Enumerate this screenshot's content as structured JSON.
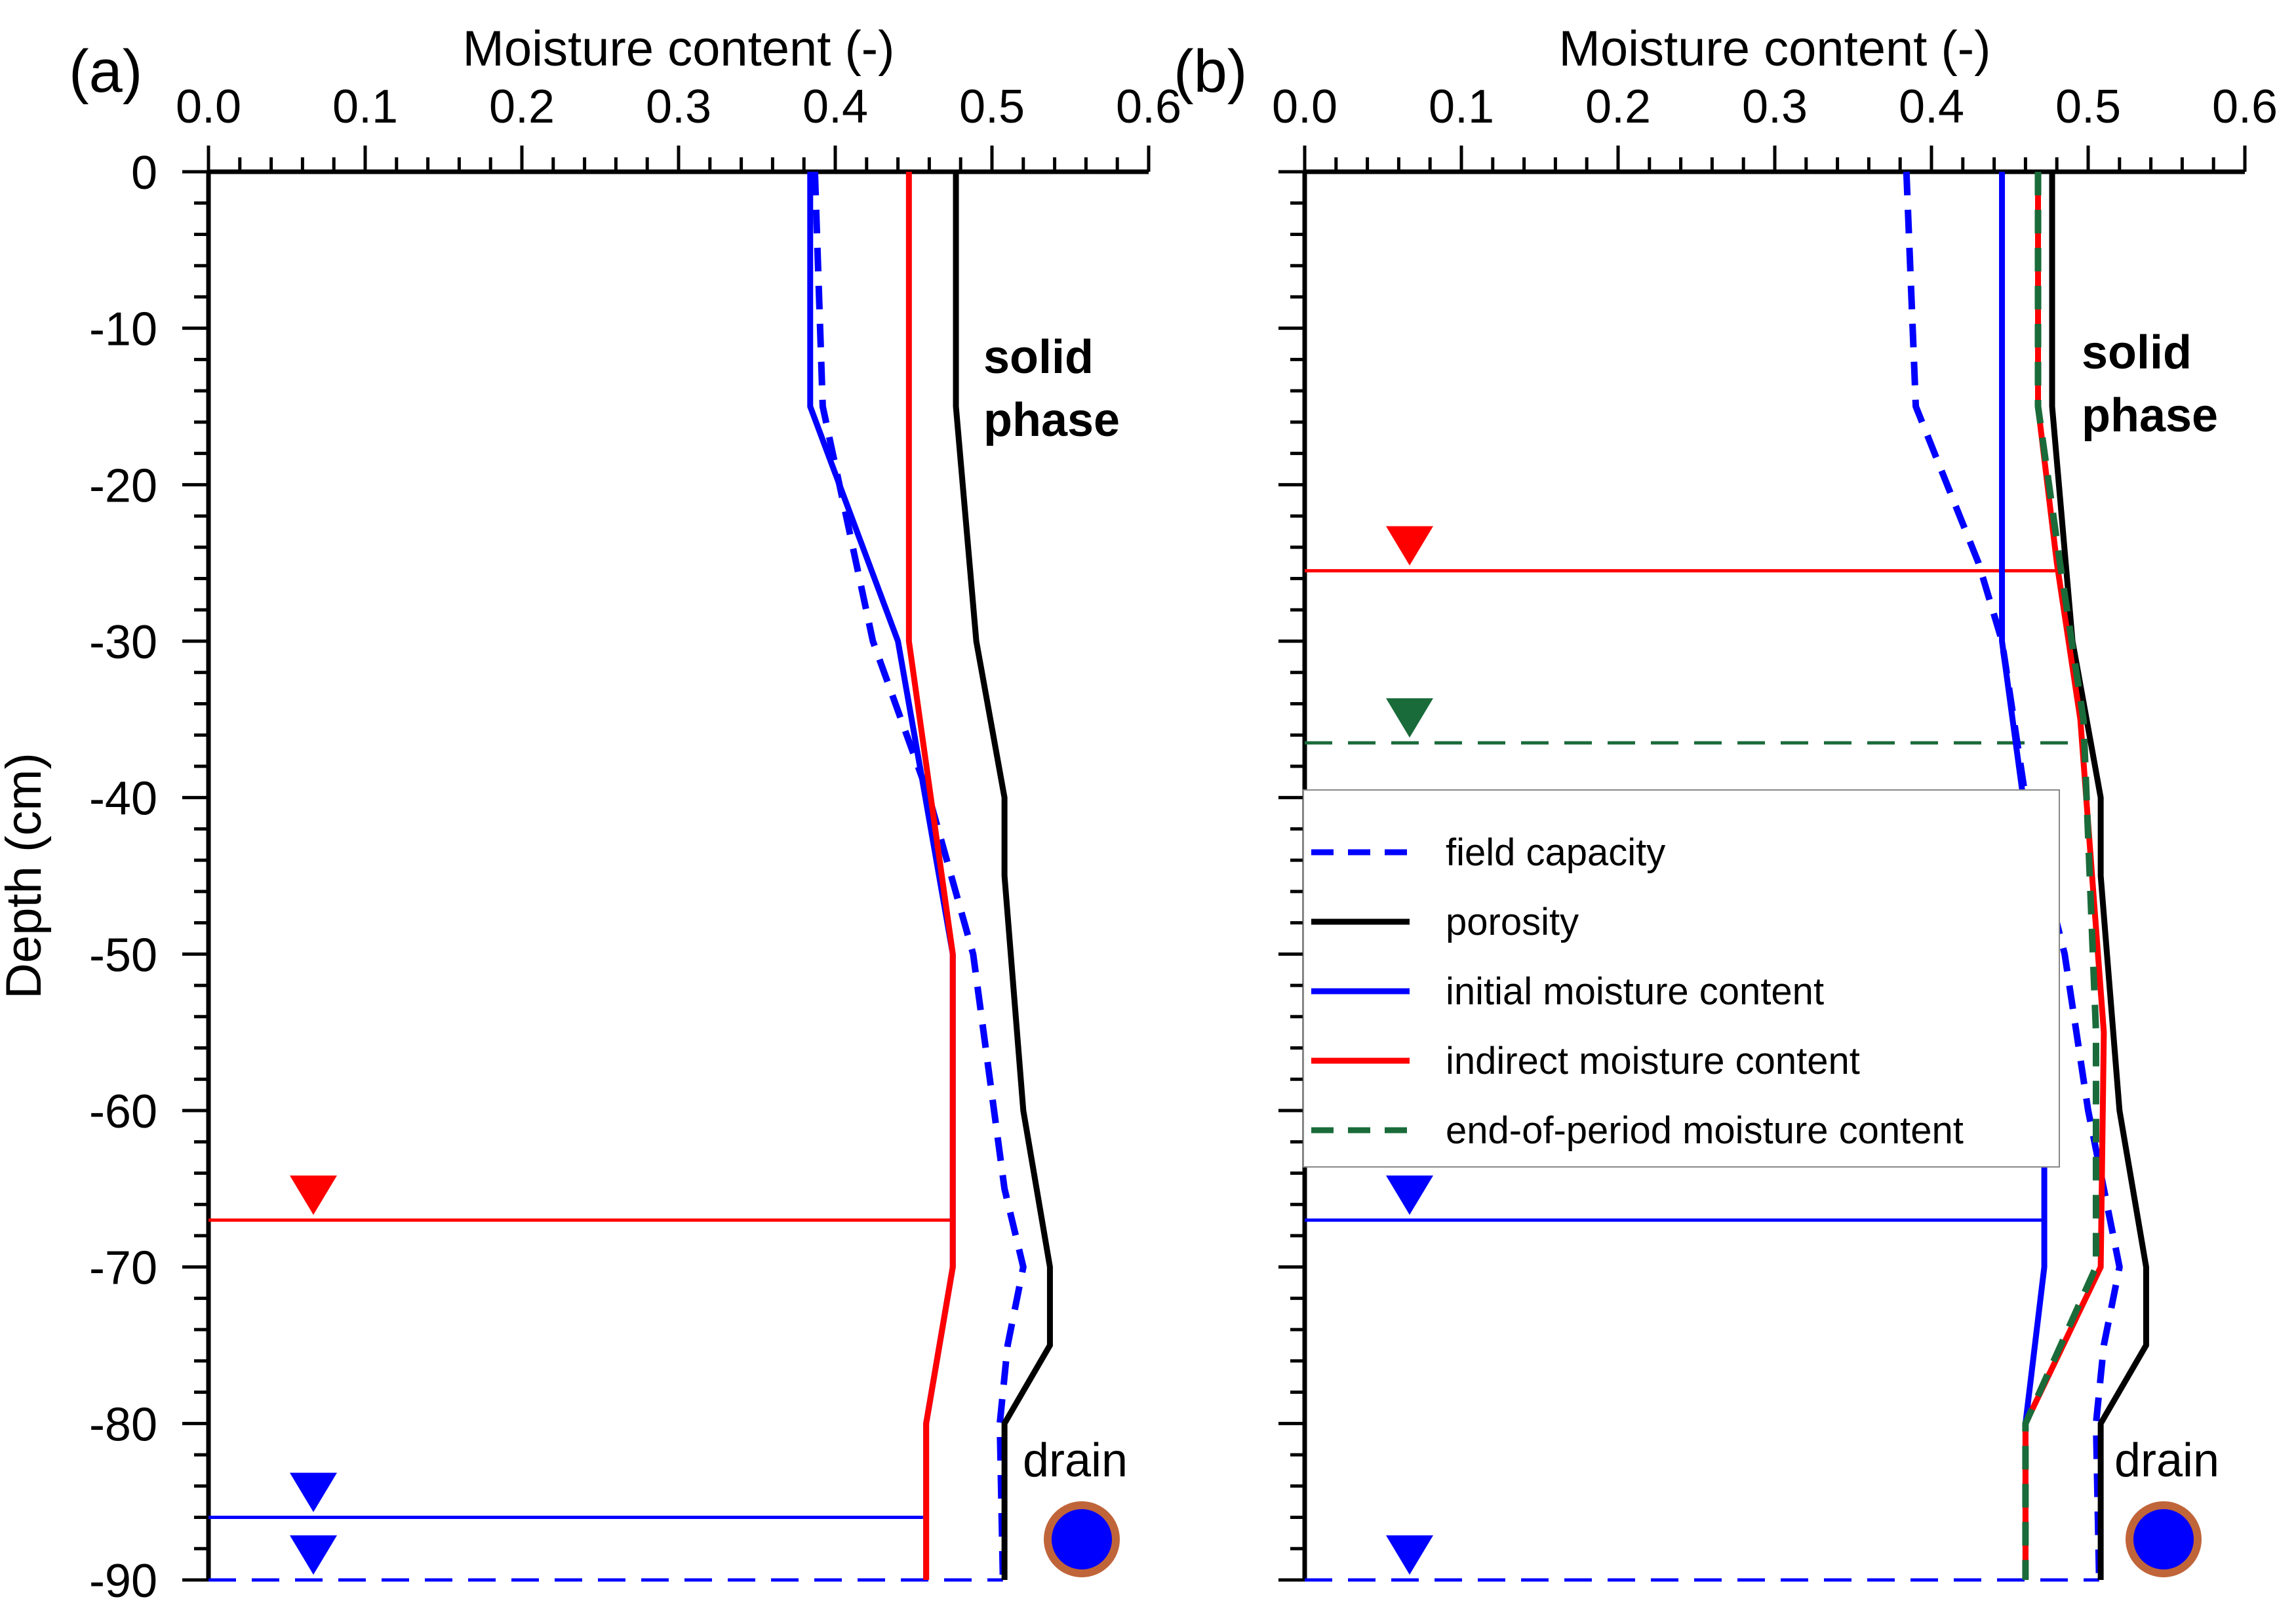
{
  "chart_data": [
    {
      "type": "line",
      "panel_label": "(a)",
      "xlabel": "Moisture content (-)",
      "ylabel": "Depth (cm)",
      "xlim": [
        0,
        0.6
      ],
      "ylim": [
        -90,
        0
      ],
      "x_ticks": [
        "0.0",
        "0.1",
        "0.2",
        "0.3",
        "0.4",
        "0.5",
        "0.6"
      ],
      "y_ticks": [
        "0",
        "-10",
        "-20",
        "-30",
        "-40",
        "-50",
        "-60",
        "-70",
        "-80",
        "-90"
      ],
      "series": [
        {
          "key": "field_capacity",
          "color": "#0000ff",
          "dash": true,
          "points": [
            [
              0.387,
              0
            ],
            [
              0.392,
              -15
            ],
            [
              0.424,
              -30
            ],
            [
              0.46,
              -40
            ],
            [
              0.488,
              -50
            ],
            [
              0.508,
              -65
            ],
            [
              0.52,
              -70
            ],
            [
              0.51,
              -75
            ],
            [
              0.505,
              -80
            ],
            [
              0.507,
              -90
            ]
          ]
        },
        {
          "key": "porosity",
          "color": "#000000",
          "dash": false,
          "points": [
            [
              0.477,
              0
            ],
            [
              0.477,
              -15
            ],
            [
              0.49,
              -30
            ],
            [
              0.508,
              -40
            ],
            [
              0.508,
              -45
            ],
            [
              0.52,
              -60
            ],
            [
              0.537,
              -70
            ],
            [
              0.537,
              -75
            ],
            [
              0.508,
              -80
            ],
            [
              0.508,
              -90
            ]
          ]
        },
        {
          "key": "initial_moisture",
          "color": "#0000ff",
          "dash": false,
          "points": [
            [
              0.384,
              0
            ],
            [
              0.384,
              -15
            ],
            [
              0.44,
              -30
            ],
            [
              0.475,
              -50
            ],
            [
              0.475,
              -70
            ],
            [
              0.458,
              -80
            ],
            [
              0.458,
              -90
            ]
          ]
        },
        {
          "key": "indirect_moisture",
          "color": "#ff0000",
          "dash": false,
          "points": [
            [
              0.447,
              0
            ],
            [
              0.447,
              -15
            ],
            [
              0.447,
              -30
            ],
            [
              0.475,
              -50
            ],
            [
              0.475,
              -70
            ],
            [
              0.458,
              -80
            ],
            [
              0.458,
              -90
            ]
          ]
        }
      ],
      "water_levels": [
        {
          "depth": -67,
          "color": "#ff0000",
          "dash": false,
          "x_end": 0.475
        },
        {
          "depth": -86,
          "color": "#0000ff",
          "dash": false,
          "x_end": 0.456
        },
        {
          "depth": -90,
          "color": "#0000ff",
          "dash": true,
          "x_end": 0.507
        }
      ],
      "annotations": {
        "solid_line1": "solid",
        "solid_line2": "phase",
        "drain": "drain"
      }
    },
    {
      "type": "line",
      "panel_label": "(b)",
      "xlabel": "Moisture content (-)",
      "ylabel": "",
      "xlim": [
        0,
        0.6
      ],
      "ylim": [
        -90,
        0
      ],
      "x_ticks": [
        "0.0",
        "0.1",
        "0.2",
        "0.3",
        "0.4",
        "0.5",
        "0.6"
      ],
      "y_ticks": [],
      "series": [
        {
          "key": "field_capacity",
          "color": "#0000ff",
          "dash": true,
          "points": [
            [
              0.384,
              0
            ],
            [
              0.39,
              -15
            ],
            [
              0.43,
              -25
            ],
            [
              0.445,
              -30
            ],
            [
              0.46,
              -40
            ],
            [
              0.485,
              -50
            ],
            [
              0.5,
              -60
            ],
            [
              0.51,
              -65
            ],
            [
              0.52,
              -70
            ],
            [
              0.51,
              -75
            ],
            [
              0.505,
              -80
            ],
            [
              0.507,
              -90
            ]
          ]
        },
        {
          "key": "porosity",
          "color": "#000000",
          "dash": false,
          "points": [
            [
              0.477,
              0
            ],
            [
              0.477,
              -15
            ],
            [
              0.49,
              -30
            ],
            [
              0.508,
              -40
            ],
            [
              0.508,
              -45
            ],
            [
              0.52,
              -60
            ],
            [
              0.537,
              -70
            ],
            [
              0.537,
              -75
            ],
            [
              0.508,
              -80
            ],
            [
              0.508,
              -90
            ]
          ]
        },
        {
          "key": "initial_moisture",
          "color": "#0000ff",
          "dash": false,
          "points": [
            [
              0.445,
              0
            ],
            [
              0.445,
              -15
            ],
            [
              0.445,
              -30
            ],
            [
              0.472,
              -50
            ],
            [
              0.472,
              -70
            ],
            [
              0.46,
              -80
            ],
            [
              0.46,
              -90
            ]
          ]
        },
        {
          "key": "indirect_moisture",
          "color": "#ff0000",
          "dash": false,
          "points": [
            [
              0.468,
              0
            ],
            [
              0.468,
              -15
            ],
            [
              0.48,
              -25
            ],
            [
              0.495,
              -35
            ],
            [
              0.51,
              -55
            ],
            [
              0.508,
              -70
            ],
            [
              0.46,
              -80
            ],
            [
              0.46,
              -90
            ]
          ]
        },
        {
          "key": "end_of_period",
          "color": "#1a6b3a",
          "dash": true,
          "points": [
            [
              0.468,
              0
            ],
            [
              0.468,
              -15
            ],
            [
              0.482,
              -25
            ],
            [
              0.497,
              -35
            ],
            [
              0.505,
              -55
            ],
            [
              0.505,
              -70
            ],
            [
              0.46,
              -80
            ],
            [
              0.46,
              -90
            ]
          ]
        }
      ],
      "water_levels": [
        {
          "depth": -25.5,
          "color": "#ff0000",
          "dash": false,
          "x_end": 0.48
        },
        {
          "depth": -36.5,
          "color": "#1a6b3a",
          "dash": true,
          "x_end": 0.497
        },
        {
          "depth": -67,
          "color": "#0000ff",
          "dash": false,
          "x_end": 0.472
        },
        {
          "depth": -90,
          "color": "#0000ff",
          "dash": true,
          "x_end": 0.507
        }
      ],
      "legend": [
        {
          "label": "field capacity",
          "color": "#0000ff",
          "dash": true
        },
        {
          "label": "porosity",
          "color": "#000000",
          "dash": false
        },
        {
          "label": "initial moisture content",
          "color": "#0000ff",
          "dash": false
        },
        {
          "label": "indirect moisture content",
          "color": "#ff0000",
          "dash": false
        },
        {
          "label": "end-of-period moisture content",
          "color": "#1a6b3a",
          "dash": true
        }
      ],
      "legend_placement": "center",
      "annotations": {
        "solid_line1": "solid",
        "solid_line2": "phase",
        "drain": "drain"
      }
    }
  ]
}
